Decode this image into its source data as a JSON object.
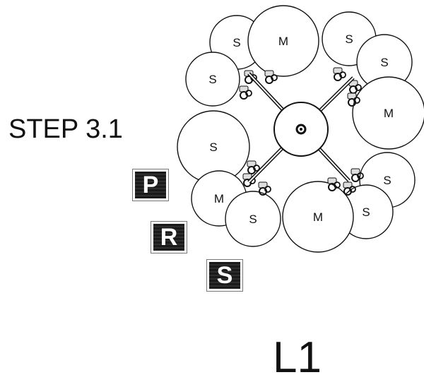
{
  "title": "STEP 3.1",
  "figure_label": "L1",
  "tiles": [
    "P",
    "R",
    "S"
  ],
  "ornaments": [
    {
      "size": "S"
    },
    {
      "size": "M"
    },
    {
      "size": "S"
    },
    {
      "size": "S"
    },
    {
      "size": "S"
    },
    {
      "size": "M"
    },
    {
      "size": "S"
    },
    {
      "size": "S"
    },
    {
      "size": "M"
    },
    {
      "size": "S"
    },
    {
      "size": "S"
    },
    {
      "size": "M"
    }
  ],
  "colors": {
    "line": "#111111",
    "fill": "#ffffff",
    "tile": "#111111"
  }
}
